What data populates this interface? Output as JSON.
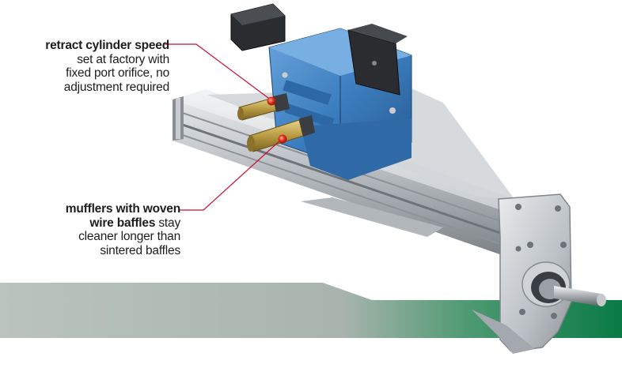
{
  "callouts": {
    "speed": {
      "title": "retract cylinder speed",
      "line1": "set at factory with",
      "line2": "fixed port orifice, no",
      "line3": "adjustment required"
    },
    "muffler": {
      "title1": "mufflers with woven",
      "title2": "wire baffles",
      "title2_rest": " stay",
      "line3": "cleaner longer than",
      "line4": "sintered baffles"
    }
  },
  "colors": {
    "callout_line": "#c8102e",
    "valve_blue": "#3d7fc0",
    "aluminum": "#b8bcc0",
    "green_band": "#0a7a45",
    "grey_band": "#b4bdb7"
  },
  "icons": {
    "port_marker": "red-dot"
  }
}
